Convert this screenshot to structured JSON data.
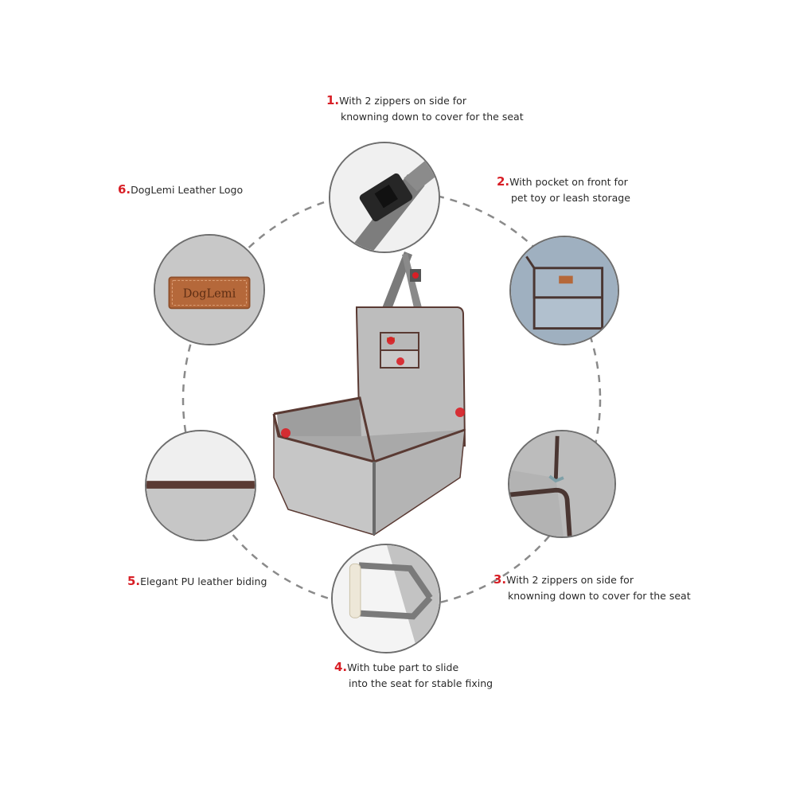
{
  "features": [
    {
      "number": "1.",
      "line1": "With 2 zippers on side for",
      "line2": "knowning down to  cover for the seat"
    },
    {
      "number": "2.",
      "line1": "With pocket on front for",
      "line2": "pet toy or leash storage"
    },
    {
      "number": "3.",
      "line1": "With 2 zippers on side for",
      "line2": "knowning down to  cover for the seat"
    },
    {
      "number": "4.",
      "line1": "With tube part to slide",
      "line2": "into the seat for stable fixing"
    },
    {
      "number": "5.",
      "line1": "Elegant PU leather biding",
      "line2": ""
    },
    {
      "number": "6.",
      "line1": "DogLemi Leather Logo",
      "line2": ""
    }
  ],
  "logo_patch_text": "DogLemi",
  "colors": {
    "number_red": "#d81f26",
    "felt_grey": "#c8c8c8",
    "felt_blue_grey": "#9fb0c0",
    "leather_brown": "#5a3a33",
    "patch_tan": "#b5683a",
    "dash_ring": "#8a8a8a"
  }
}
